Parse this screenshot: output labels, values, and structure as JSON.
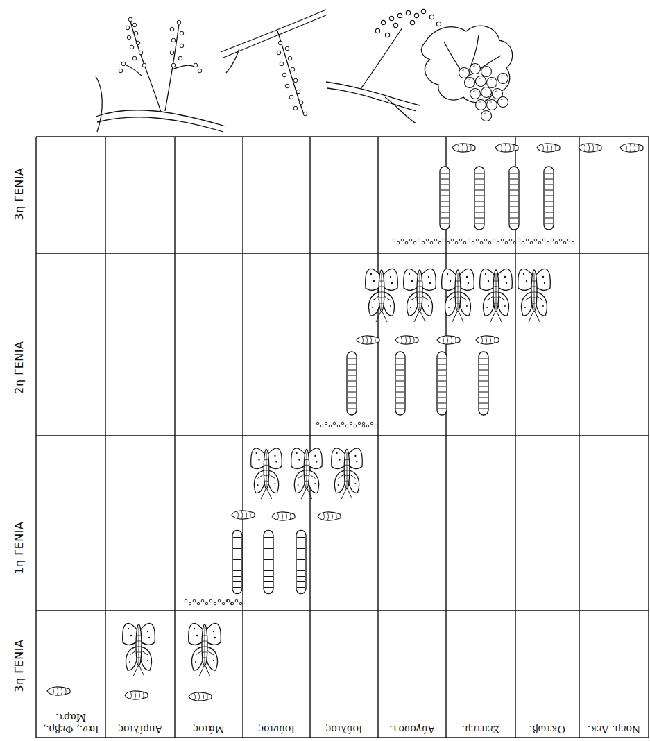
{
  "diagram": {
    "labels": [
      "3η ΓΕΝΙΑ",
      "2η ΓΕΝΙΑ",
      "1η ΓΕΝΙΑ",
      "3η ΓΕΝΙΑ",
      "Ιαν., Φεβρ., Μαρτ.",
      "Απρίλιος",
      "Μάιος",
      "Ιούνιος",
      "Ιούλιος",
      "Αύγουστ.",
      "Σεπτεμ.",
      "Οκτωβ.",
      "Νοεμ. Δεκ."
    ]
  }
}
